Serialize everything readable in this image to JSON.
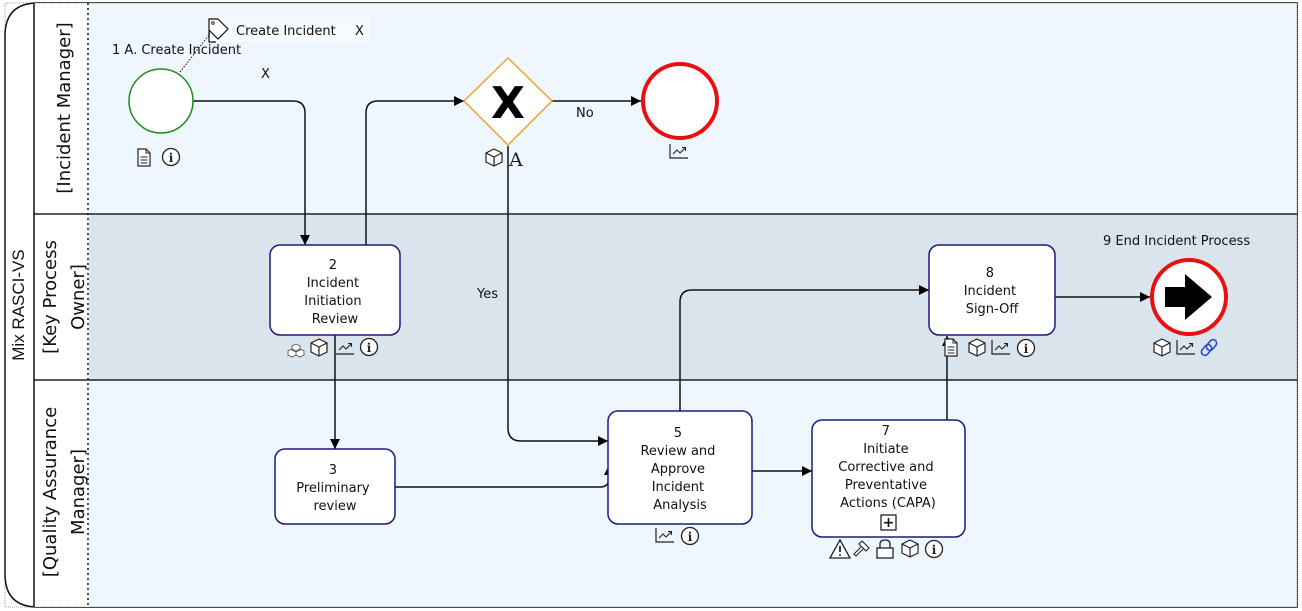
{
  "pool": {
    "label": "Mix RASCI-VS"
  },
  "colors": {
    "lane_light": "#eef6fe",
    "lane_dark": "#dae4ed",
    "task_border": "#1a1a80",
    "start_event": "#1e8c1e",
    "end_event": "#e81010",
    "gateway": "#f0a030",
    "link_icon": "#2244cc"
  },
  "lanes": [
    {
      "label": "[Incident Manager]"
    },
    {
      "label_line1": "[Key Process",
      "label_line2": "Owner]"
    },
    {
      "label_line1": "[Quality Assurance",
      "label_line2": "Manager]"
    }
  ],
  "start_event": {
    "label": "1 A. Create Incident",
    "annotation": "Create Incident",
    "annotation_close": "X",
    "extra_mark": "X",
    "icons": [
      "document-icon",
      "info-icon"
    ]
  },
  "gateway": {
    "symbol": "X",
    "marker": "A",
    "icons": [
      "cube-icon"
    ]
  },
  "end_event_top": {
    "icons": [
      "chart-icon"
    ]
  },
  "flows": {
    "no_label": "No",
    "yes_label": "Yes"
  },
  "tasks": [
    {
      "id": "2",
      "lines": [
        "2",
        "Incident",
        "Initiation",
        "Review"
      ],
      "icons": [
        "cubes-icon",
        "cube-icon",
        "chart-icon",
        "info-icon"
      ]
    },
    {
      "id": "3",
      "lines": [
        "3",
        "Preliminary",
        "review"
      ],
      "icons": []
    },
    {
      "id": "5",
      "lines": [
        "5",
        "Review and",
        "Approve",
        "Incident",
        "Analysis"
      ],
      "icons": [
        "chart-icon",
        "info-icon"
      ]
    },
    {
      "id": "7",
      "lines": [
        "7",
        "Initiate",
        "Corrective and",
        "Preventative",
        "Actions (CAPA)"
      ],
      "icons": [
        "warning-icon",
        "hammer-icon",
        "lock-icon",
        "cube-icon",
        "info-icon"
      ],
      "subprocess_marker": "+"
    },
    {
      "id": "8",
      "lines": [
        "8",
        "Incident",
        "Sign-Off"
      ],
      "icons": [
        "document-icon",
        "cube-icon",
        "chart-icon",
        "info-icon"
      ]
    }
  ],
  "end_event_right": {
    "label": "9 End Incident Process",
    "icons": [
      "cube-icon",
      "chart-icon",
      "link-icon"
    ]
  }
}
